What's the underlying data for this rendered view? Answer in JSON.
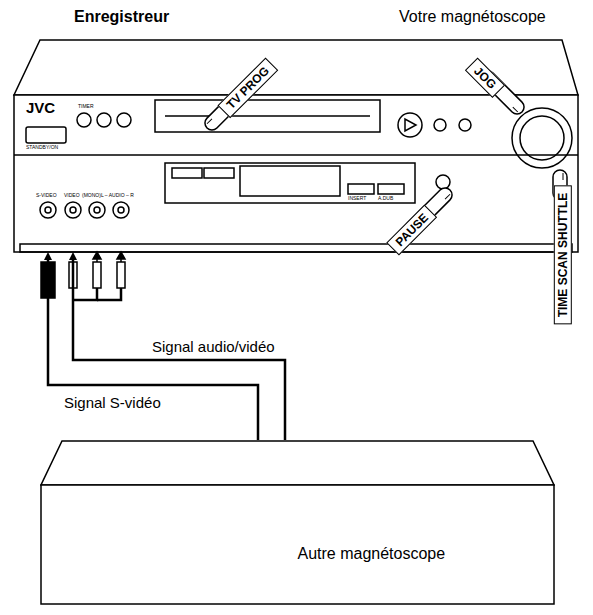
{
  "diagram": {
    "nodes": [
      {
        "text": [
          "Enregistreur",
          "Votre magnétoscope"
        ]
      },
      {
        "text": [
          "Autre magnétoscope"
        ]
      }
    ],
    "edges": [
      {
        "from": 1,
        "to": 0,
        "arrow": "to",
        "label": "Signal audio/vidéo"
      },
      {
        "from": 1,
        "to": 0,
        "arrow": "to",
        "label": "Signal S-vidéo"
      }
    ],
    "labels": [
      "JVC",
      "STANDBY/ON",
      "TIMER",
      "S-VIDEO",
      "VIDEO",
      "(MONO)L – AUDIO – R",
      "INSERT",
      "A.DUB",
      "TV PROG",
      "JOG",
      "PAUSE",
      "TIME SCAN SHUTTLE"
    ]
  }
}
